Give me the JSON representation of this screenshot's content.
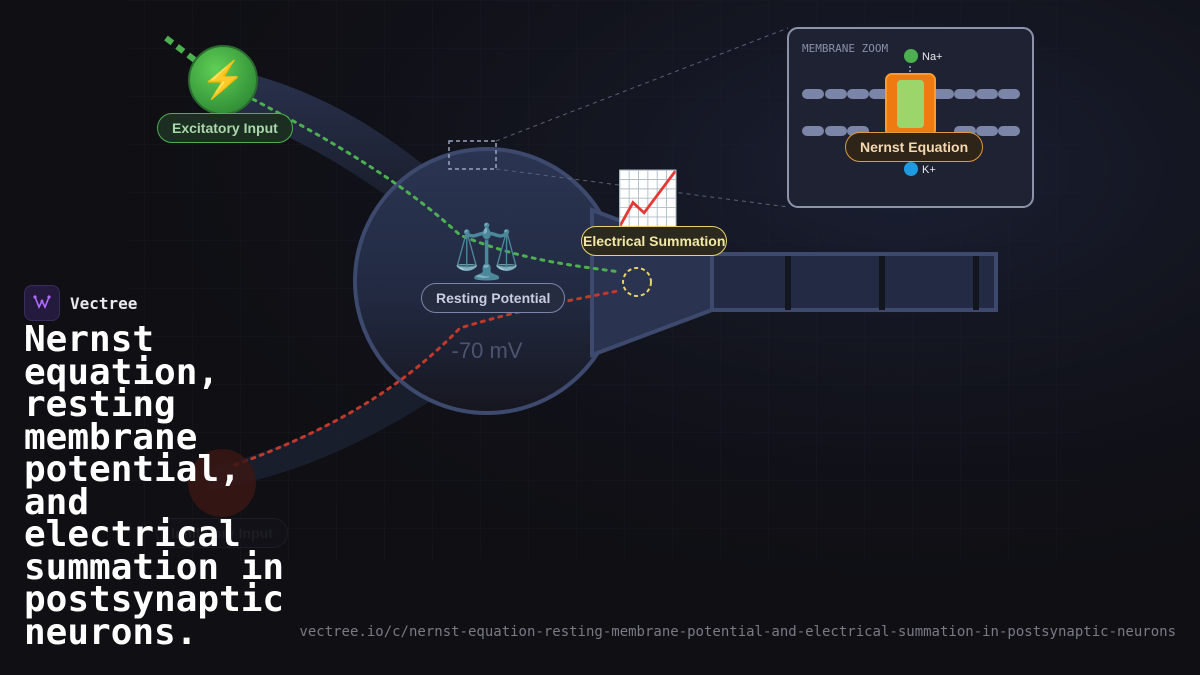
{
  "brand": {
    "name": "Vectree"
  },
  "headline": "Nernst equation, resting membrane potential, and electrical summation in postsynaptic neurons.",
  "url": "vectree.io/c/nernst-equation-resting-membrane-potential-and-electrical-summation-in-postsynaptic-neurons",
  "diagram": {
    "excitatory_label": "Excitatory Input",
    "excitatory_icon": "⚡",
    "inhibitory_label": "Inhibitory Input",
    "resting_label": "Resting Potential",
    "resting_icon": "⚖️",
    "voltage": "-70 mV",
    "summation_label": "Electrical Summation",
    "summation_icon": "📈",
    "zoom_title": "MEMBRANE ZOOM",
    "nernst_label": "Nernst Equation",
    "nernst_icon": "🔋",
    "ion_na": "Na+",
    "ion_k": "K+"
  },
  "colors": {
    "excitatory": "#4caf50",
    "inhibitory": "#c0392b",
    "summation": "#e8d36a",
    "nernst": "#e09a3a",
    "neuron_fill": "#2a3350",
    "neuron_stroke": "#3d4a6e",
    "k_ion": "#1e9be0"
  }
}
